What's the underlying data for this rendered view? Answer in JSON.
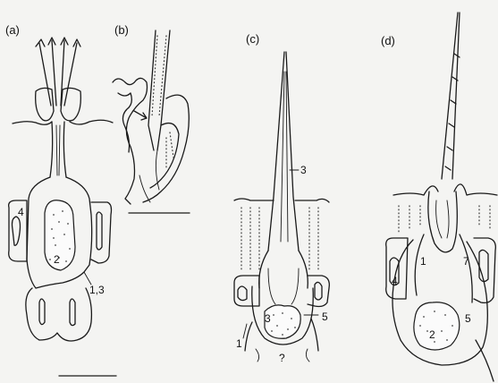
{
  "panels": [
    {
      "id": "a",
      "label": "(a)",
      "numbers": [
        "2",
        "4",
        "1,3"
      ]
    },
    {
      "id": "b",
      "label": "(b)",
      "numbers": []
    },
    {
      "id": "c",
      "label": "(c)",
      "numbers": [
        "3",
        "3",
        "5",
        "1",
        "?"
      ]
    },
    {
      "id": "d",
      "label": "(d)",
      "numbers": [
        "2",
        "4",
        "5",
        "7",
        "1"
      ]
    }
  ],
  "colors": {
    "ink": "#1a1a1a",
    "background": "#f4f4f2"
  }
}
